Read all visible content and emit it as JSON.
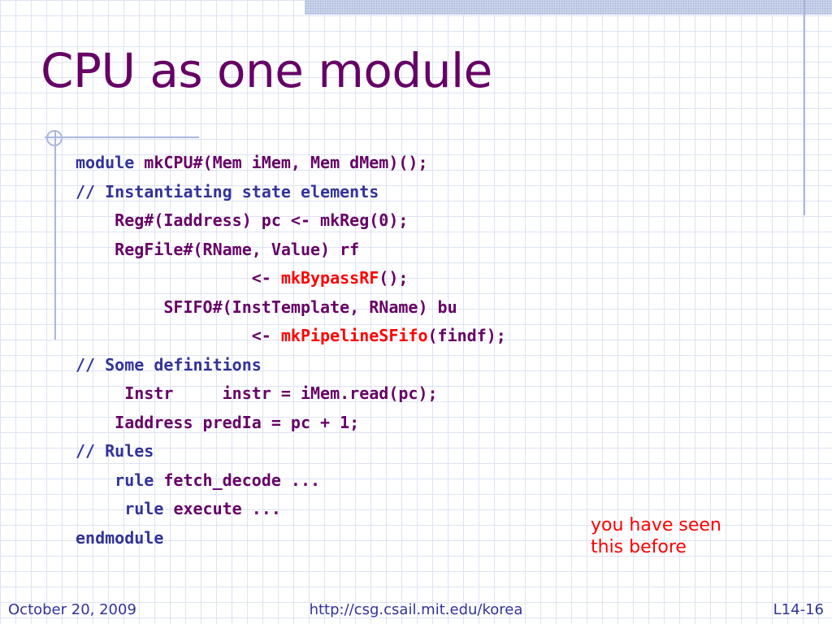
{
  "slide": {
    "title": "CPU as one module",
    "code_lines": [
      {
        "indent": "",
        "parts": [
          {
            "t": "module ",
            "c": "kw"
          },
          {
            "t": "mkCPU#(Mem iMem, Mem dMem)();",
            "c": "tx"
          }
        ]
      },
      {
        "indent": "",
        "parts": [
          {
            "t": "// Instantiating state elements",
            "c": "cm"
          }
        ]
      },
      {
        "indent": "    ",
        "parts": [
          {
            "t": "Reg#(Iaddress) pc <- mkReg(0);",
            "c": "tx"
          }
        ]
      },
      {
        "indent": "    ",
        "parts": [
          {
            "t": "RegFile#(RName, Value) rf",
            "c": "tx"
          }
        ]
      },
      {
        "indent": "                  ",
        "parts": [
          {
            "t": "<- ",
            "c": "tx"
          },
          {
            "t": "mkBypassRF",
            "c": "hl"
          },
          {
            "t": "();",
            "c": "tx"
          }
        ]
      },
      {
        "indent": "         ",
        "parts": [
          {
            "t": "SFIFO#(InstTemplate, RName) bu",
            "c": "tx"
          }
        ]
      },
      {
        "indent": "                  ",
        "parts": [
          {
            "t": "<- ",
            "c": "tx"
          },
          {
            "t": "mkPipelineSFifo",
            "c": "hl"
          },
          {
            "t": "(findf);",
            "c": "tx"
          }
        ]
      },
      {
        "indent": "",
        "parts": [
          {
            "t": "// Some definitions",
            "c": "cm"
          }
        ]
      },
      {
        "indent": "     ",
        "parts": [
          {
            "t": "Instr     instr = iMem.read(pc);",
            "c": "tx"
          }
        ]
      },
      {
        "indent": "    ",
        "parts": [
          {
            "t": "Iaddress predIa = pc + 1;",
            "c": "tx"
          }
        ]
      },
      {
        "indent": "",
        "parts": [
          {
            "t": "// Rules",
            "c": "cm"
          }
        ]
      },
      {
        "indent": "    ",
        "parts": [
          {
            "t": "rule ",
            "c": "kw"
          },
          {
            "t": "fetch_decode ...",
            "c": "tx"
          }
        ]
      },
      {
        "indent": "     ",
        "parts": [
          {
            "t": "rule ",
            "c": "kw"
          },
          {
            "t": "execute ...",
            "c": "tx"
          }
        ]
      },
      {
        "indent": "",
        "parts": [
          {
            "t": "endmodule",
            "c": "kw"
          }
        ]
      }
    ],
    "note": [
      "you have seen",
      "this before"
    ]
  },
  "footer": {
    "date": "October 20, 2009",
    "url": "http://csg.csail.mit.edu/korea",
    "page": "L14-16"
  },
  "colors": {
    "title": "#660066",
    "keyword": "#333399",
    "highlight": "#ff0000",
    "footer": "#333399"
  }
}
